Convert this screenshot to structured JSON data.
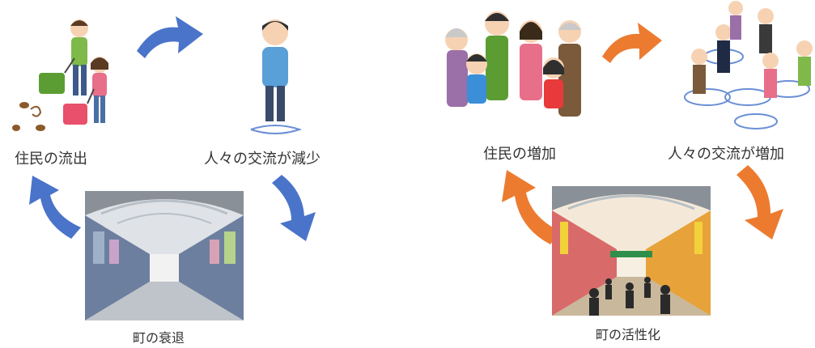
{
  "left_cycle": {
    "labels": {
      "outflow": "住民の流出",
      "exchange_decrease": "人々の交流が減少",
      "decline": "町の衰退"
    },
    "arrow_color": "#4a74c9"
  },
  "right_cycle": {
    "labels": {
      "increase": "住民の増加",
      "exchange_increase": "人々の交流が増加",
      "revitalization": "町の活性化"
    },
    "arrow_color": "#ec7b30"
  }
}
